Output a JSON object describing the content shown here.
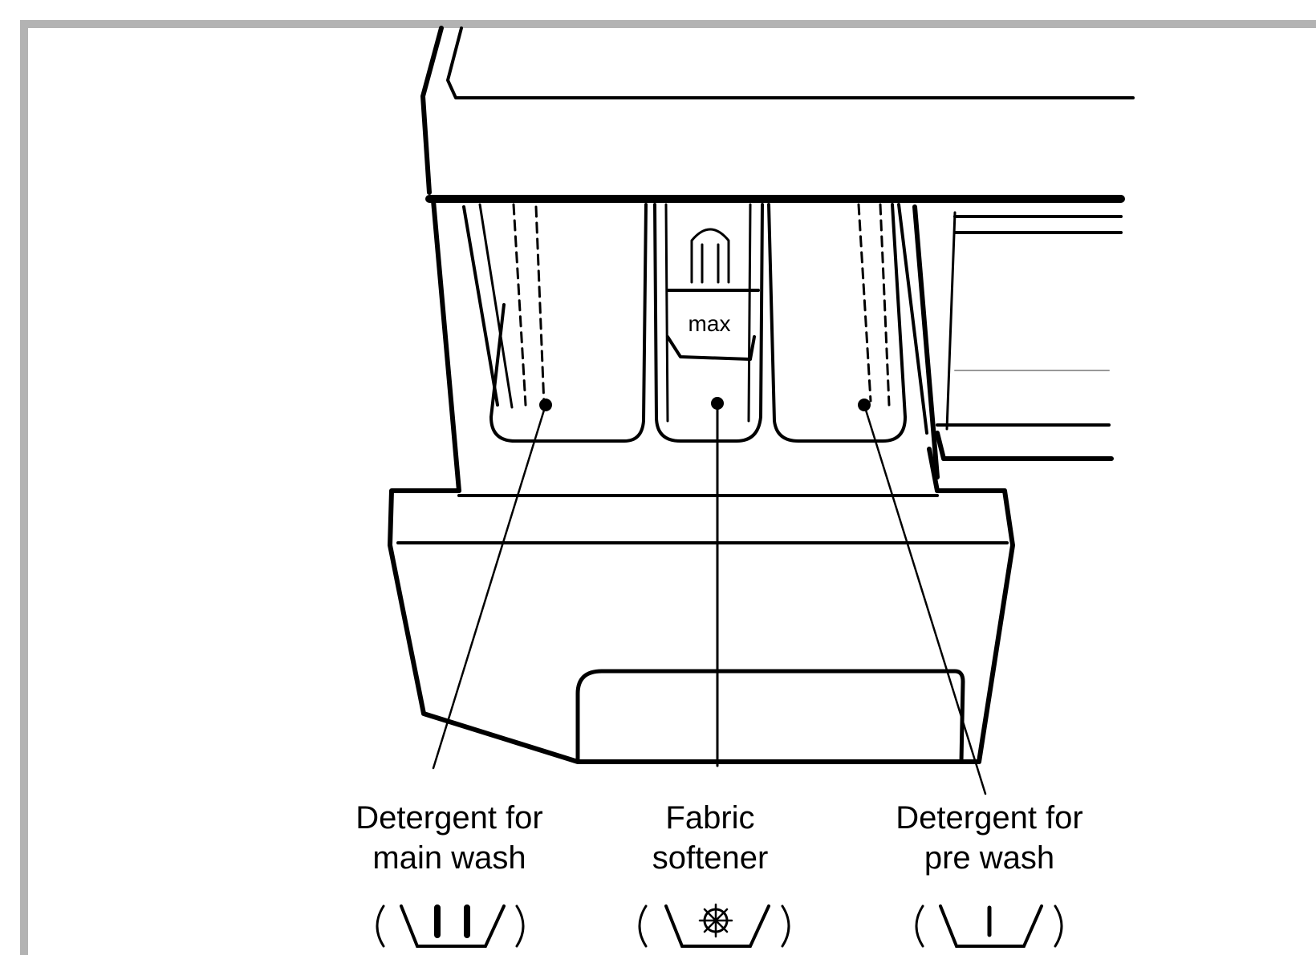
{
  "labels": {
    "main_wash": {
      "line1": "Detergent for",
      "line2": "main wash"
    },
    "softener": {
      "line1": "Fabric",
      "line2": "softener"
    },
    "pre_wash": {
      "line1": "Detergent for",
      "line2": "pre wash"
    }
  },
  "max_mark": "max",
  "colors": {
    "frame": "#b3b3b3",
    "ink": "#000000"
  }
}
